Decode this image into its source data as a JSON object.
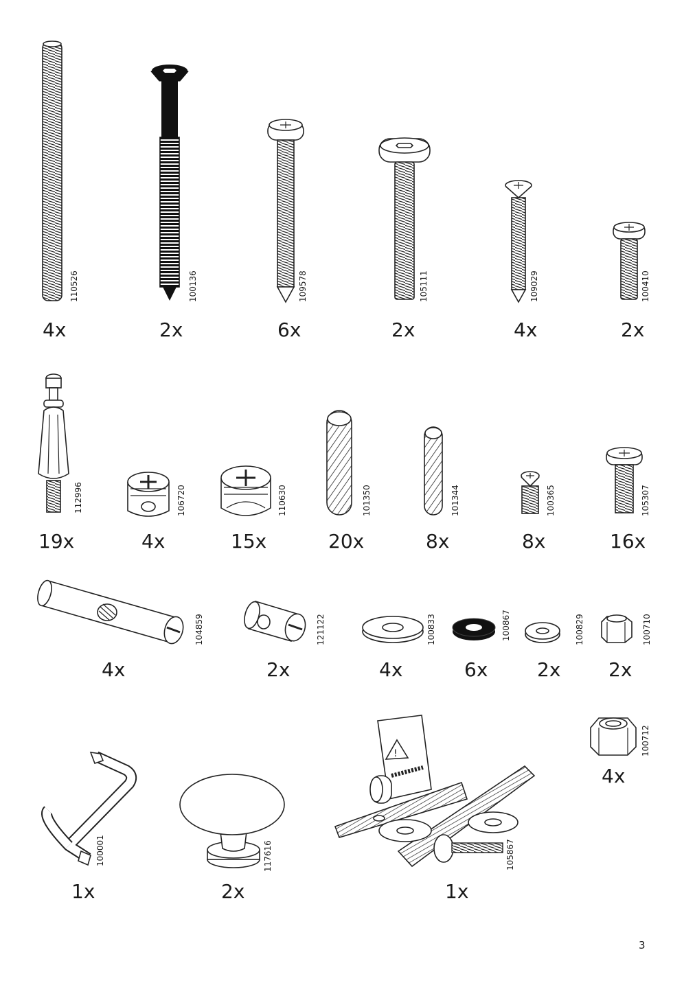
{
  "page_number": "3",
  "parts": [
    {
      "id": "rod",
      "code": "110526",
      "quantity": "4x",
      "icon": "threaded-rod-icon"
    },
    {
      "id": "lagbolt",
      "code": "100136",
      "quantity": "2x",
      "icon": "hex-socket-bolt-icon"
    },
    {
      "id": "woodscrew-long",
      "code": "109578",
      "quantity": "6x",
      "icon": "wood-screw-icon"
    },
    {
      "id": "machine-screw",
      "code": "105111",
      "quantity": "2x",
      "icon": "machine-screw-icon"
    },
    {
      "id": "countersunk-screw",
      "code": "109029",
      "quantity": "4x",
      "icon": "countersunk-screw-icon"
    },
    {
      "id": "short-machine-screw",
      "code": "100410",
      "quantity": "2x",
      "icon": "short-screw-icon"
    },
    {
      "id": "cam-dowel",
      "code": "112996",
      "quantity": "19x",
      "icon": "cam-dowel-icon"
    },
    {
      "id": "cam-lock-small",
      "code": "106720",
      "quantity": "4x",
      "icon": "cam-lock-icon"
    },
    {
      "id": "cam-lock-large",
      "code": "110630",
      "quantity": "15x",
      "icon": "cam-lock-icon"
    },
    {
      "id": "dowel-large",
      "code": "101350",
      "quantity": "20x",
      "icon": "wood-dowel-icon"
    },
    {
      "id": "dowel-small",
      "code": "101344",
      "quantity": "8x",
      "icon": "wood-dowel-icon"
    },
    {
      "id": "screw-stub",
      "code": "100365",
      "quantity": "8x",
      "icon": "stub-screw-icon"
    },
    {
      "id": "screw-medium",
      "code": "105307",
      "quantity": "16x",
      "icon": "pan-screw-icon"
    },
    {
      "id": "barrel-nut-long",
      "code": "104859",
      "quantity": "4x",
      "icon": "barrel-nut-icon"
    },
    {
      "id": "barrel-nut-short",
      "code": "121122",
      "quantity": "2x",
      "icon": "barrel-nut-icon"
    },
    {
      "id": "washer-large",
      "code": "100833",
      "quantity": "4x",
      "icon": "washer-icon"
    },
    {
      "id": "washer-black",
      "code": "100867",
      "quantity": "6x",
      "icon": "rubber-washer-icon"
    },
    {
      "id": "washer-small",
      "code": "100829",
      "quantity": "2x",
      "icon": "washer-icon"
    },
    {
      "id": "nut-small",
      "code": "100710",
      "quantity": "2x",
      "icon": "hex-nut-icon"
    },
    {
      "id": "nut-large",
      "code": "100712",
      "quantity": "4x",
      "icon": "hex-nut-icon"
    },
    {
      "id": "allen-key",
      "code": "100001",
      "quantity": "1x",
      "icon": "allen-key-icon"
    },
    {
      "id": "knob",
      "code": "117616",
      "quantity": "2x",
      "icon": "knob-icon"
    },
    {
      "id": "wall-anchor-kit",
      "code": "105867",
      "quantity": "1x",
      "icon": "safety-strap-kit-icon"
    }
  ]
}
